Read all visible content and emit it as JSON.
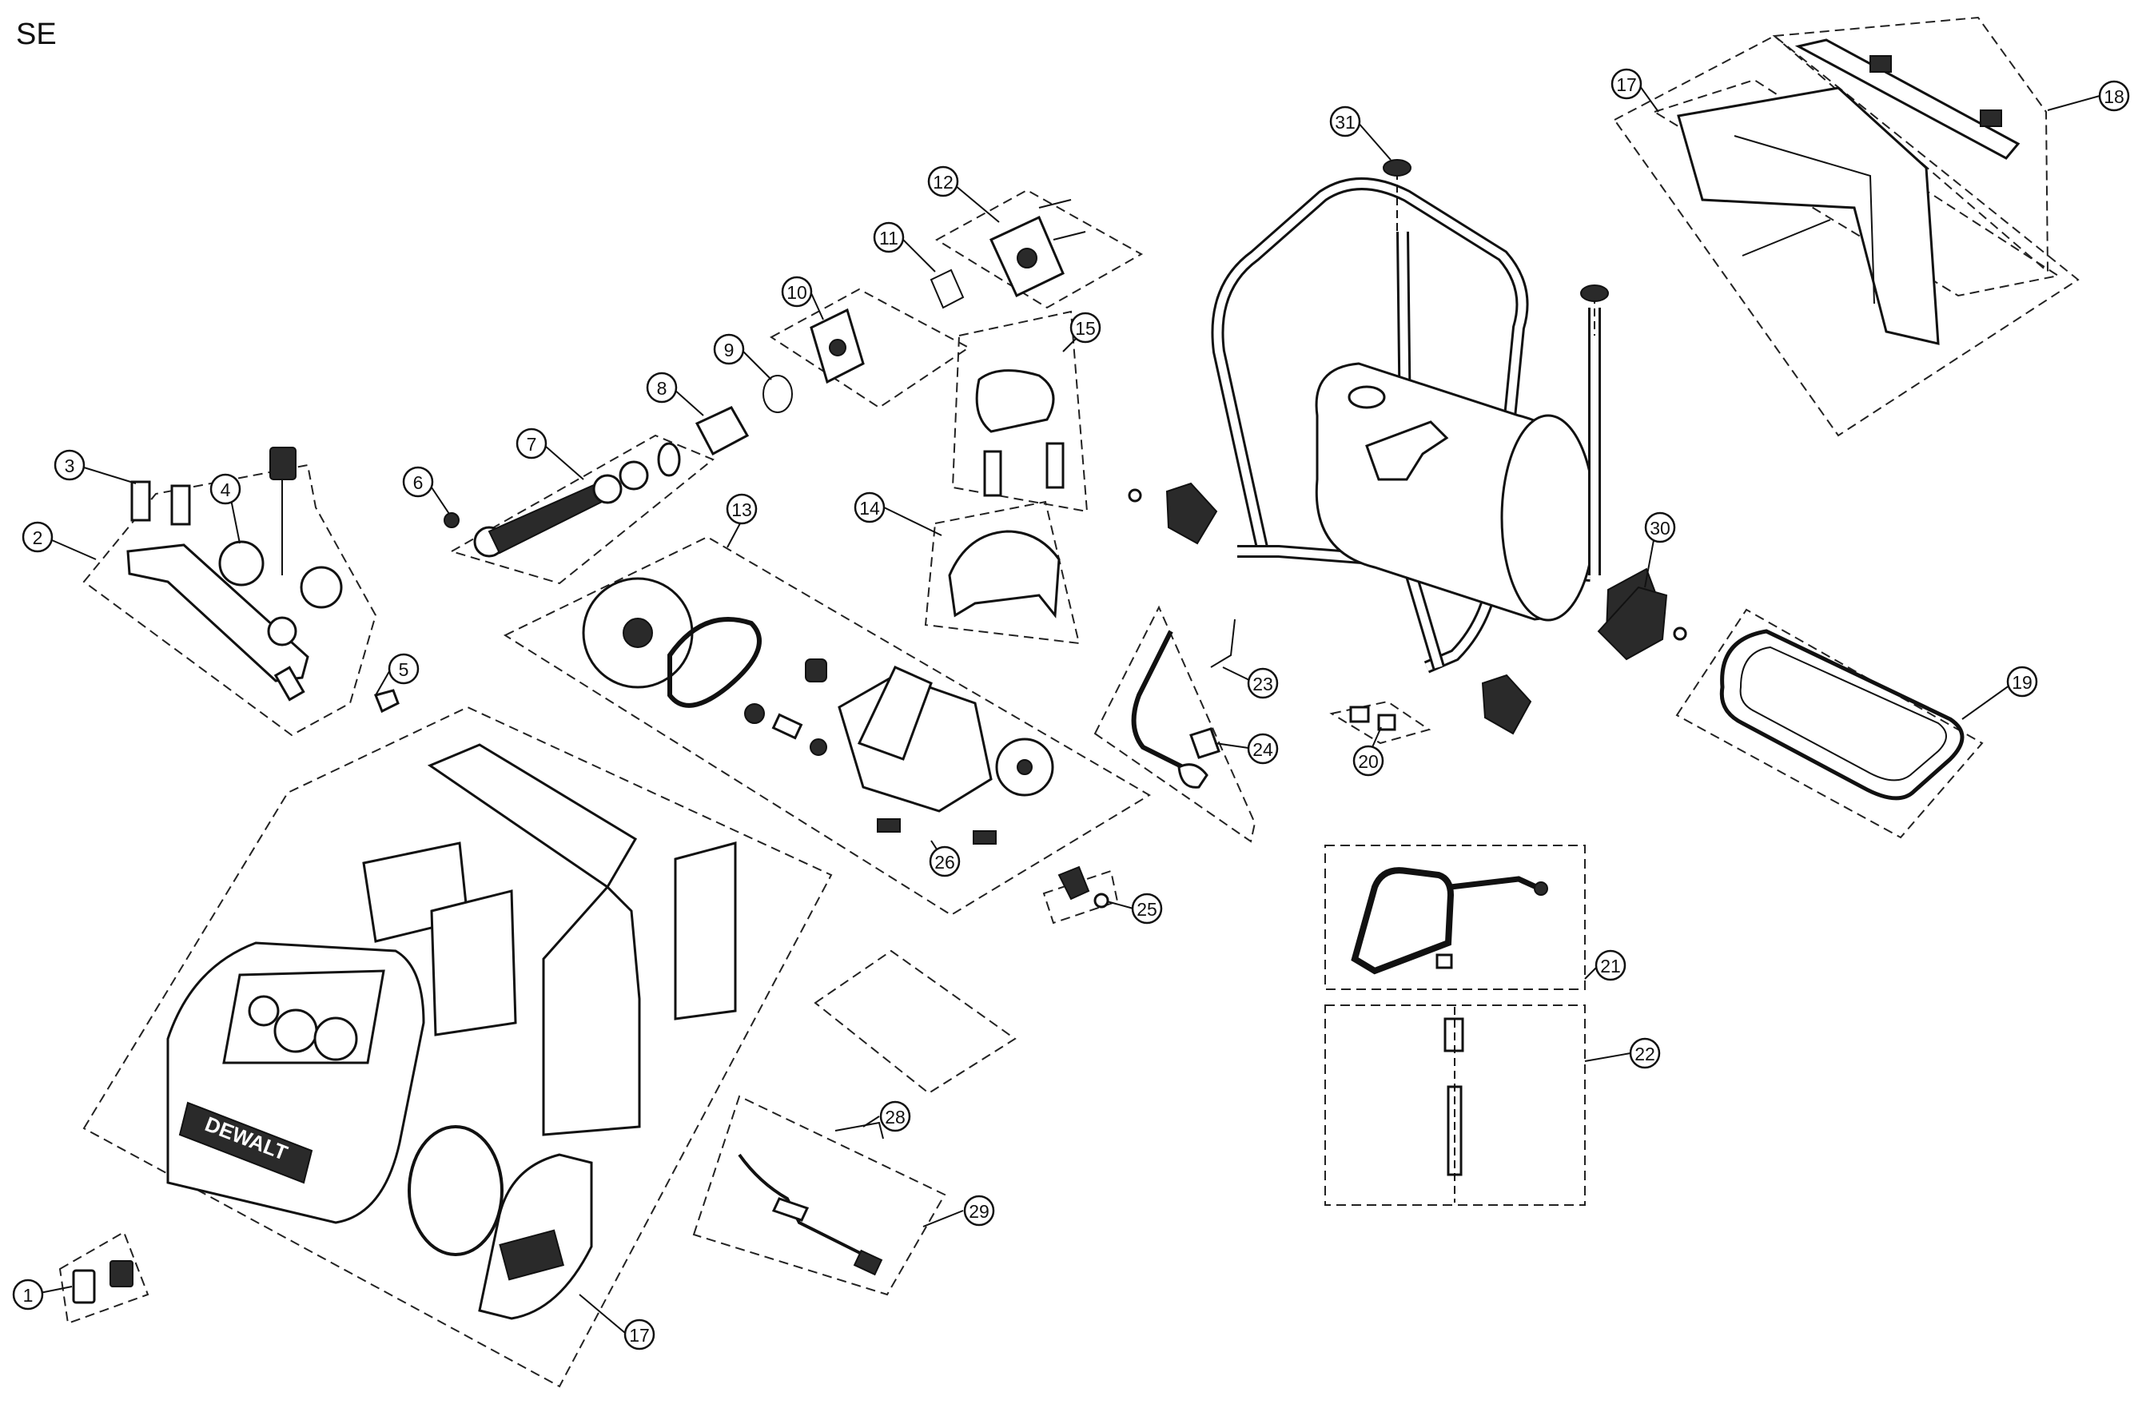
{
  "page_label": "SE",
  "brand_mark": "DEWALT",
  "callouts": [
    {
      "id": "c1",
      "label": "1"
    },
    {
      "id": "c2",
      "label": "2"
    },
    {
      "id": "c3",
      "label": "3"
    },
    {
      "id": "c4",
      "label": "4"
    },
    {
      "id": "c5",
      "label": "5"
    },
    {
      "id": "c6",
      "label": "6"
    },
    {
      "id": "c7",
      "label": "7"
    },
    {
      "id": "c8",
      "label": "8"
    },
    {
      "id": "c9",
      "label": "9"
    },
    {
      "id": "c10",
      "label": "10"
    },
    {
      "id": "c11",
      "label": "11"
    },
    {
      "id": "c12",
      "label": "12"
    },
    {
      "id": "c13",
      "label": "13"
    },
    {
      "id": "c14",
      "label": "14"
    },
    {
      "id": "c15",
      "label": "15"
    },
    {
      "id": "c17a",
      "label": "17"
    },
    {
      "id": "c17b",
      "label": "17"
    },
    {
      "id": "c18",
      "label": "18"
    },
    {
      "id": "c19",
      "label": "19"
    },
    {
      "id": "c20",
      "label": "20"
    },
    {
      "id": "c21",
      "label": "21"
    },
    {
      "id": "c22",
      "label": "22"
    },
    {
      "id": "c23",
      "label": "23"
    },
    {
      "id": "c24",
      "label": "24"
    },
    {
      "id": "c25",
      "label": "25"
    },
    {
      "id": "c26",
      "label": "26"
    },
    {
      "id": "c28",
      "label": "28"
    },
    {
      "id": "c29",
      "label": "29"
    },
    {
      "id": "c30",
      "label": "30"
    },
    {
      "id": "c31",
      "label": "31"
    }
  ]
}
